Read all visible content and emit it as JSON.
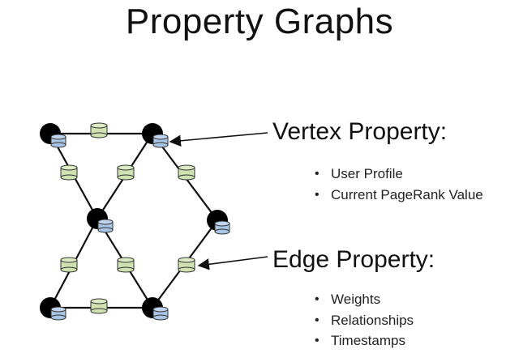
{
  "title": "Property Graphs",
  "vertex_property": {
    "label": "Vertex Property:",
    "items": [
      "User Profile",
      "Current PageRank Value"
    ]
  },
  "edge_property": {
    "label": "Edge Property:",
    "items": [
      "Weights",
      "Relationships",
      "Timestamps"
    ]
  },
  "colors": {
    "vertex_fill": "#000000",
    "vertex_data": "#a9c5e6",
    "edge_data": "#cfe2b0",
    "outline": "#333333"
  }
}
